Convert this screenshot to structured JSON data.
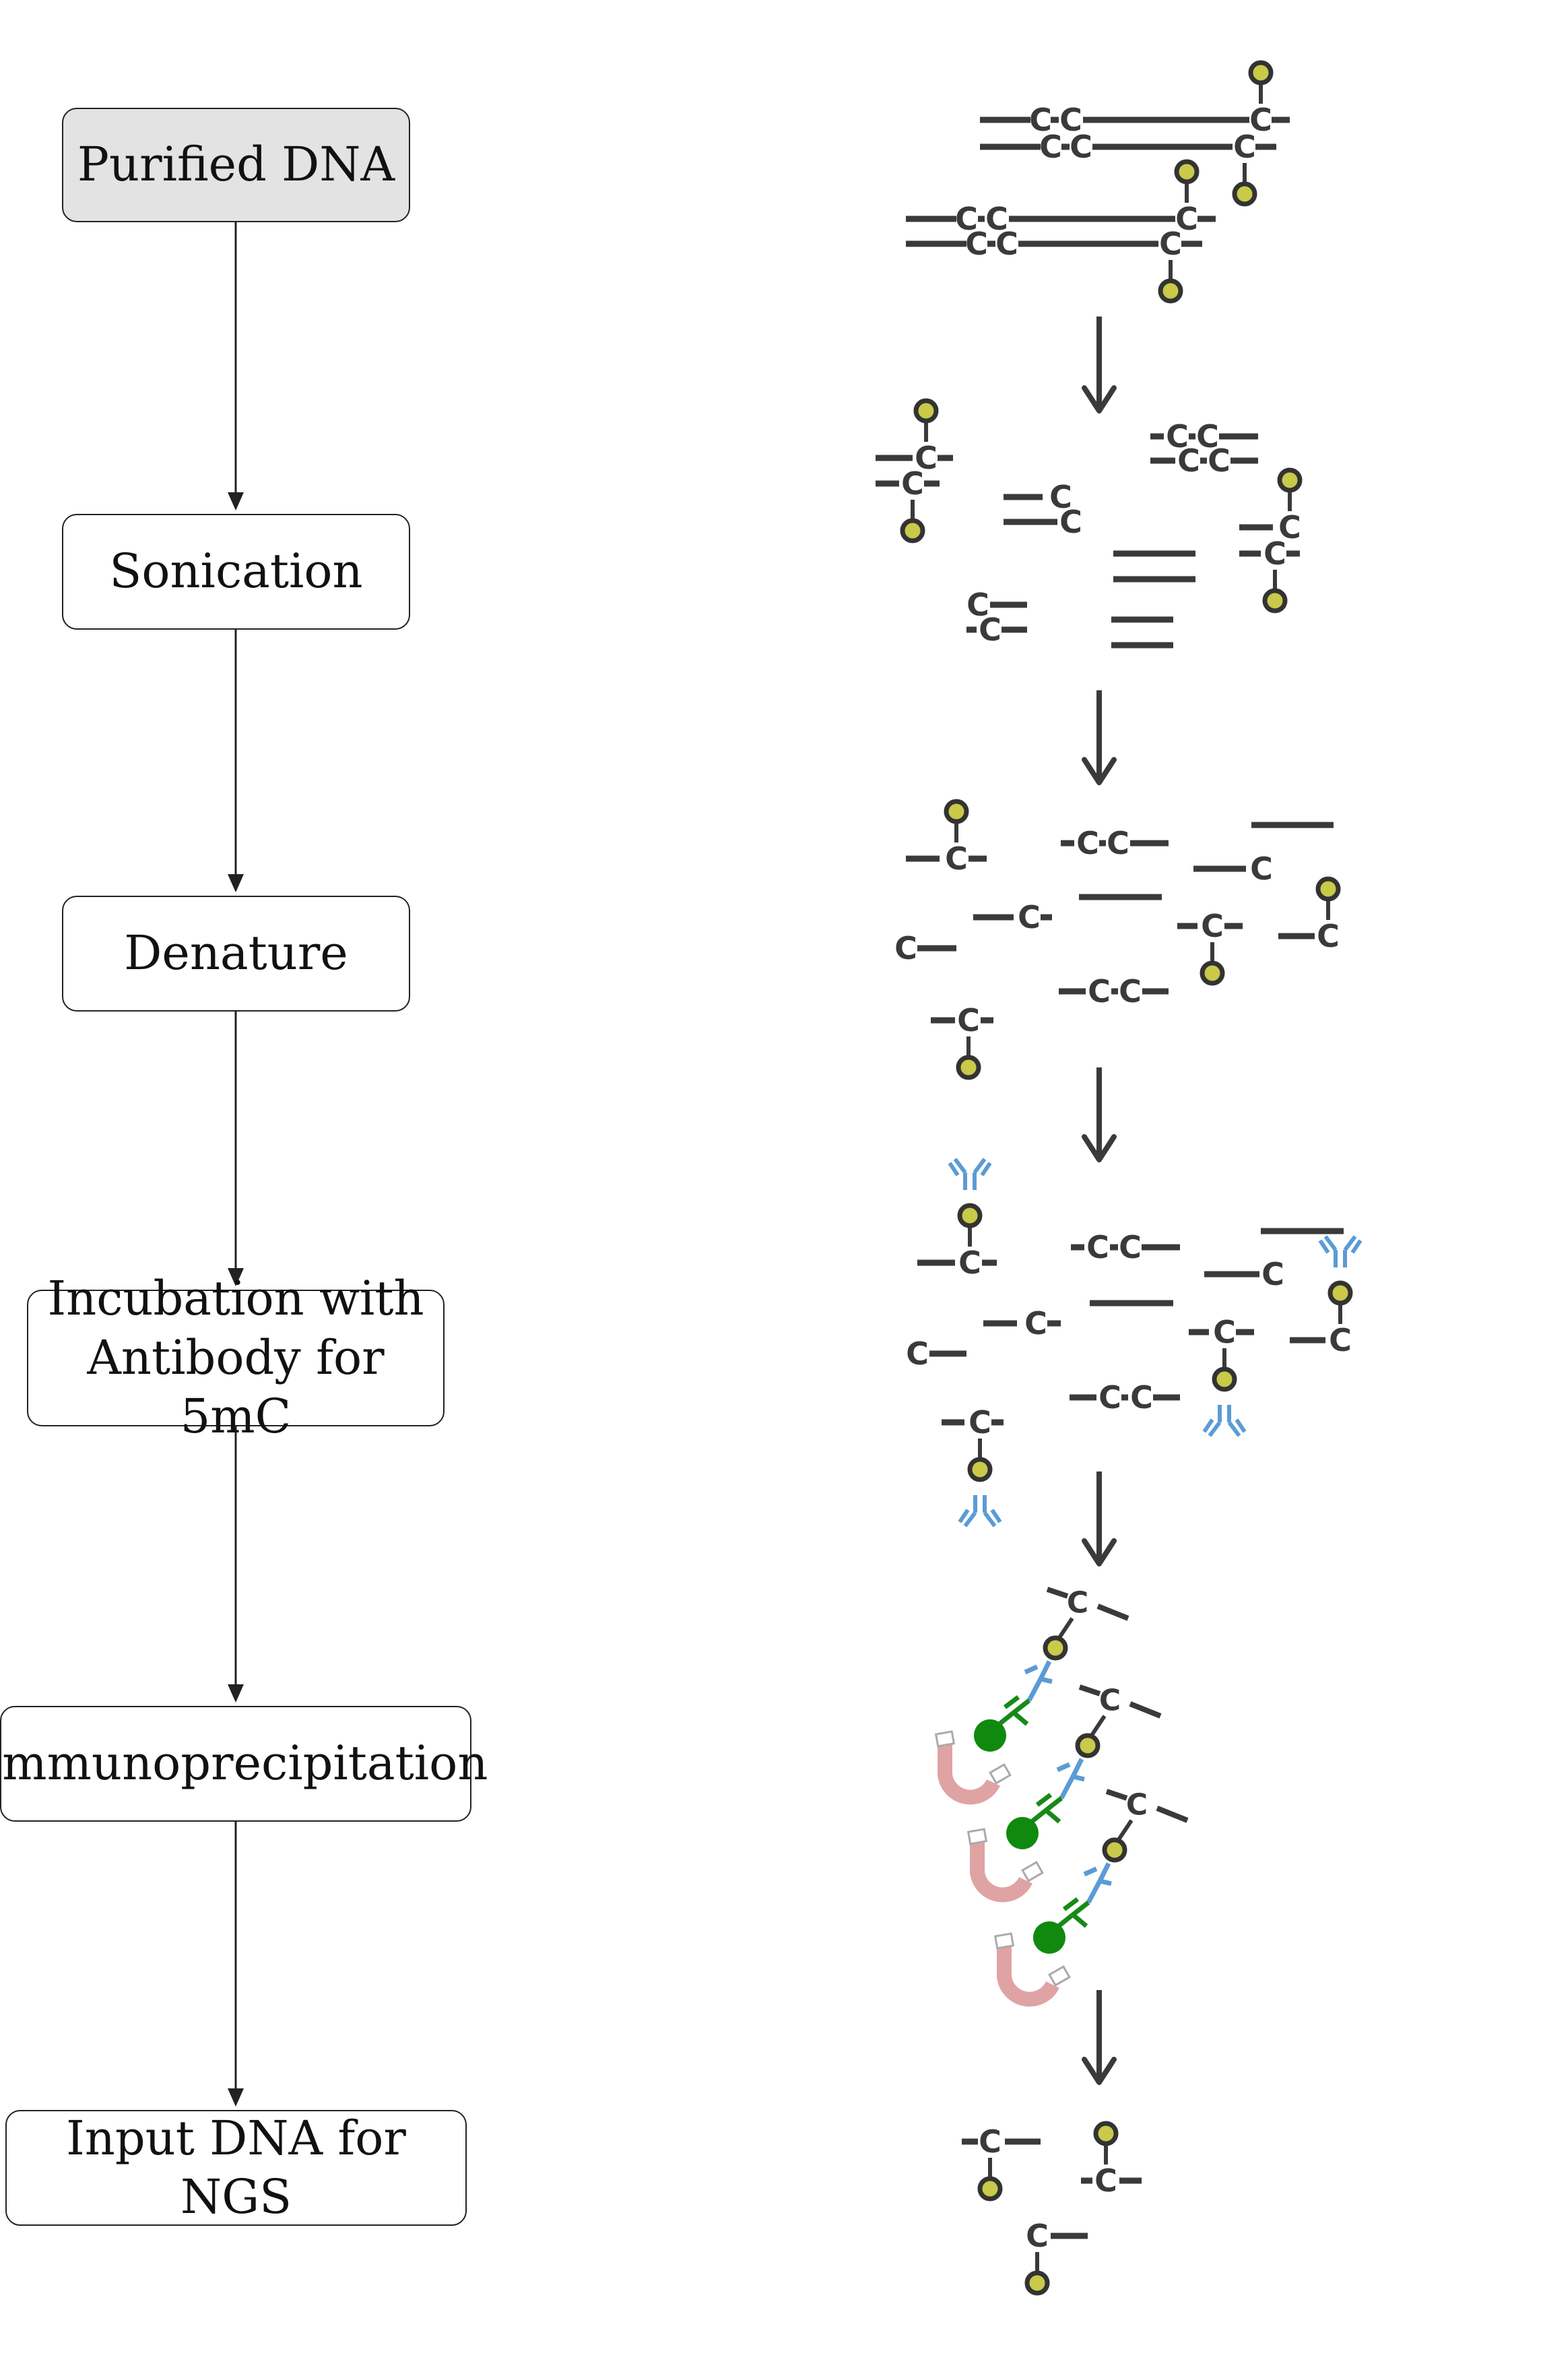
{
  "steps": [
    {
      "label": "Purified DNA"
    },
    {
      "label": "Sonication"
    },
    {
      "label": "Denature"
    },
    {
      "label": "Incubation with\nAntibody for 5mC"
    },
    {
      "label": "Immunoprecipitation"
    },
    {
      "label": "Input DNA for NGS"
    }
  ],
  "illustration": {
    "base_letter": "C",
    "colors": {
      "strand": "#3a3a3a",
      "methyl_fill": "#c9c94a",
      "methyl_stroke": "#333333",
      "antibody": "#5b9bd5",
      "secondary_antibody": "#178a17",
      "bead": "#0f8a0f",
      "magnet": "#e0a3a3",
      "arrow": "#3a3a3a"
    },
    "icons": [
      "methyl-group-icon",
      "antibody-icon",
      "magnetic-bead-icon",
      "magnet-icon",
      "down-arrow-icon"
    ]
  }
}
